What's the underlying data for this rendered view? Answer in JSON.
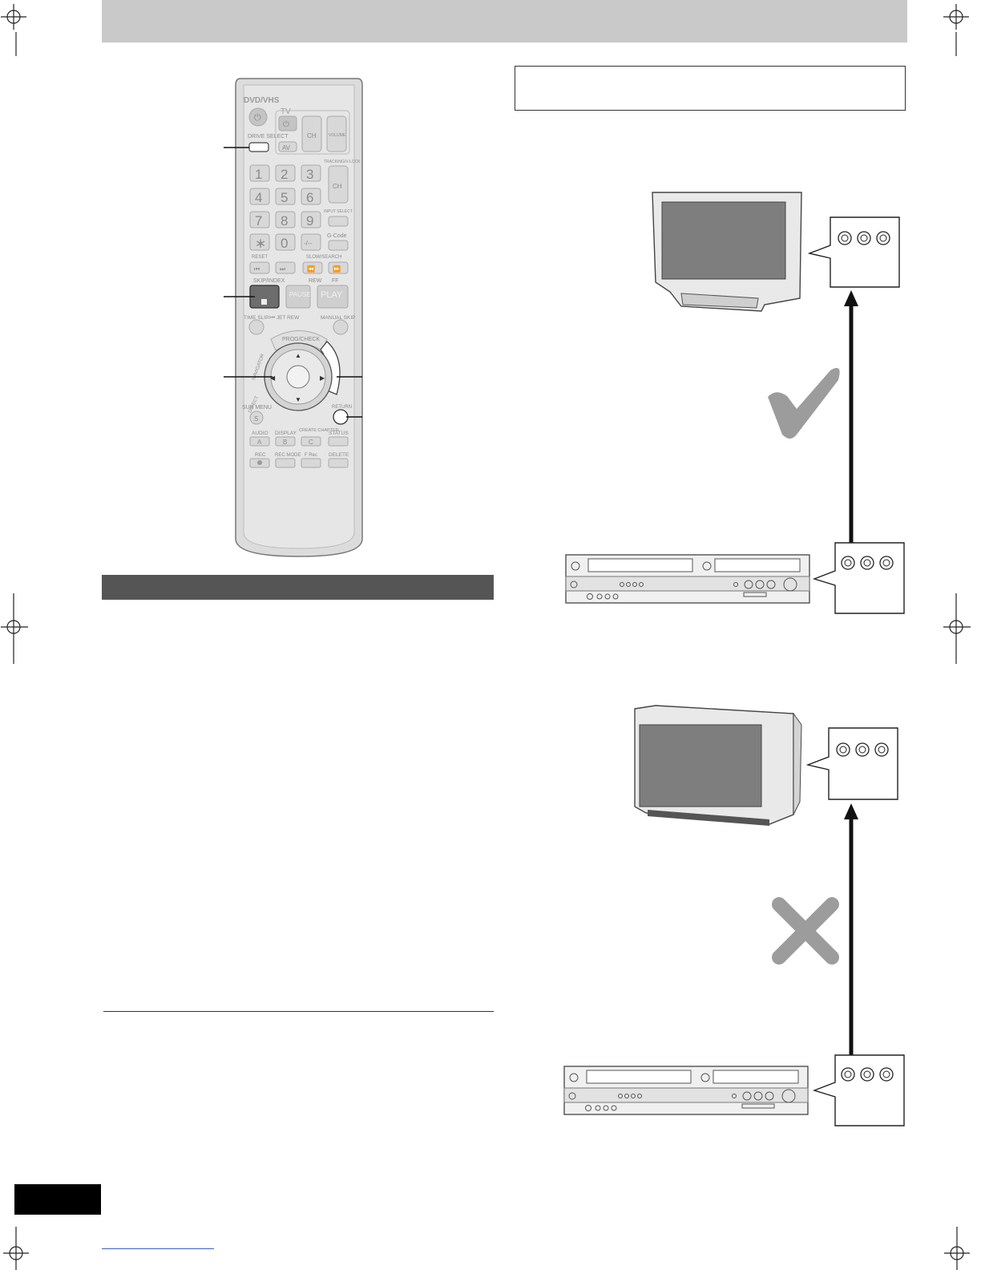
{
  "remote": {
    "brand_label": "DVD/VHS",
    "tv_label": "TV",
    "drive_select_label": "DRIVE SELECT",
    "ch_label": "CH",
    "av_label": "AV",
    "volume_label": "VOLUME",
    "track_label": "TRACKING/V-LOCK",
    "input_select_label": "INPUT SELECT",
    "gcode_label": "G-Code",
    "reset_label": "RESET",
    "slow_search_label": "SLOW/SEARCH",
    "skip_index_label": "SKIP/INDEX",
    "rew_label": "REW",
    "ff_label": "FF",
    "pause_label": "PAUSE",
    "play_label": "PLAY",
    "time_slip_label": "TIME SLIP/⏮ JET REW",
    "manual_skip_label": "MANUAL SKIP",
    "prog_check_label": "PROG/CHECK",
    "navigator_label": "NAVIGATOR",
    "direct_label": "DIRECT",
    "sub_menu_label": "SUB MENU",
    "return_label": "RETURN",
    "audio_label": "AUDIO",
    "display_label": "DISPLAY",
    "create_chapter_label": "CREATE CHAPTER",
    "status_label": "STATUS",
    "rec_label": "REC",
    "rec_mode_label": "REC MODE",
    "frec_label": "F Rec",
    "delete_label": "DELETE",
    "dash_label": "-/--",
    "s_key": "S",
    "a_key": "A",
    "b_key": "B",
    "c_key": "C",
    "digits": [
      "1",
      "2",
      "3",
      "4",
      "5",
      "6",
      "7",
      "8",
      "9",
      "∗",
      "0"
    ]
  },
  "colors": {
    "header_band": "#c9c9c9",
    "section_band": "#555555",
    "page_tab": "#000000",
    "arrow": "#111111",
    "mark_grey": "#9c9c9c"
  },
  "icons": {
    "check": "check-mark-icon",
    "cross": "cross-mark-icon"
  }
}
